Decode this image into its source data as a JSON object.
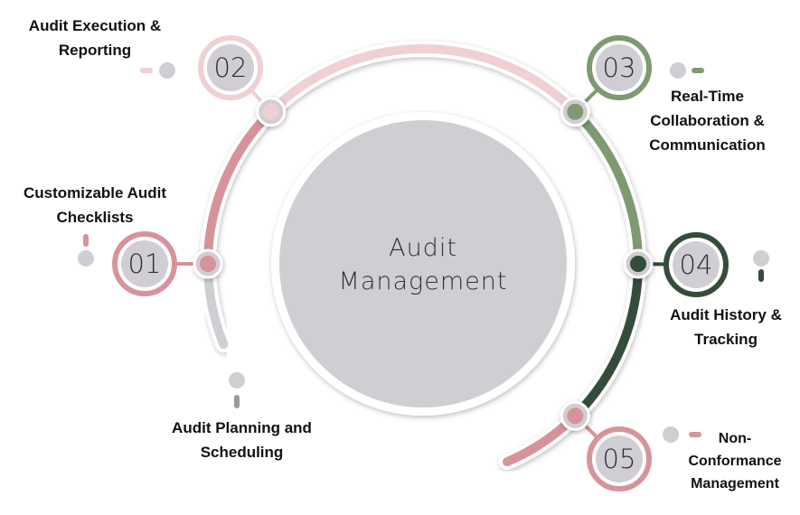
{
  "center": {
    "line1": "Audit",
    "line2": "Management"
  },
  "colors": {
    "gray": "#d1ced3",
    "dark_pink": "#d6949a",
    "light_pink": "#f0d0d4",
    "sage": "#7e9a70",
    "dark_green": "#334c3b"
  },
  "steps": [
    {
      "number": "01",
      "label_lines": [
        "Customizable Audit",
        "Checklists"
      ]
    },
    {
      "number": "02",
      "label_lines": [
        "Audit Execution &",
        "Reporting"
      ]
    },
    {
      "number": "03",
      "label_lines": [
        "Real-Time",
        "Collaboration &",
        "Communication"
      ]
    },
    {
      "number": "04",
      "label_lines": [
        "Audit History &",
        "Tracking"
      ]
    },
    {
      "number": "05",
      "label_lines": [
        "Non-",
        "Conformance",
        "Management"
      ]
    },
    {
      "number": "",
      "label_lines": [
        "Audit Planning and",
        "Scheduling"
      ]
    }
  ]
}
